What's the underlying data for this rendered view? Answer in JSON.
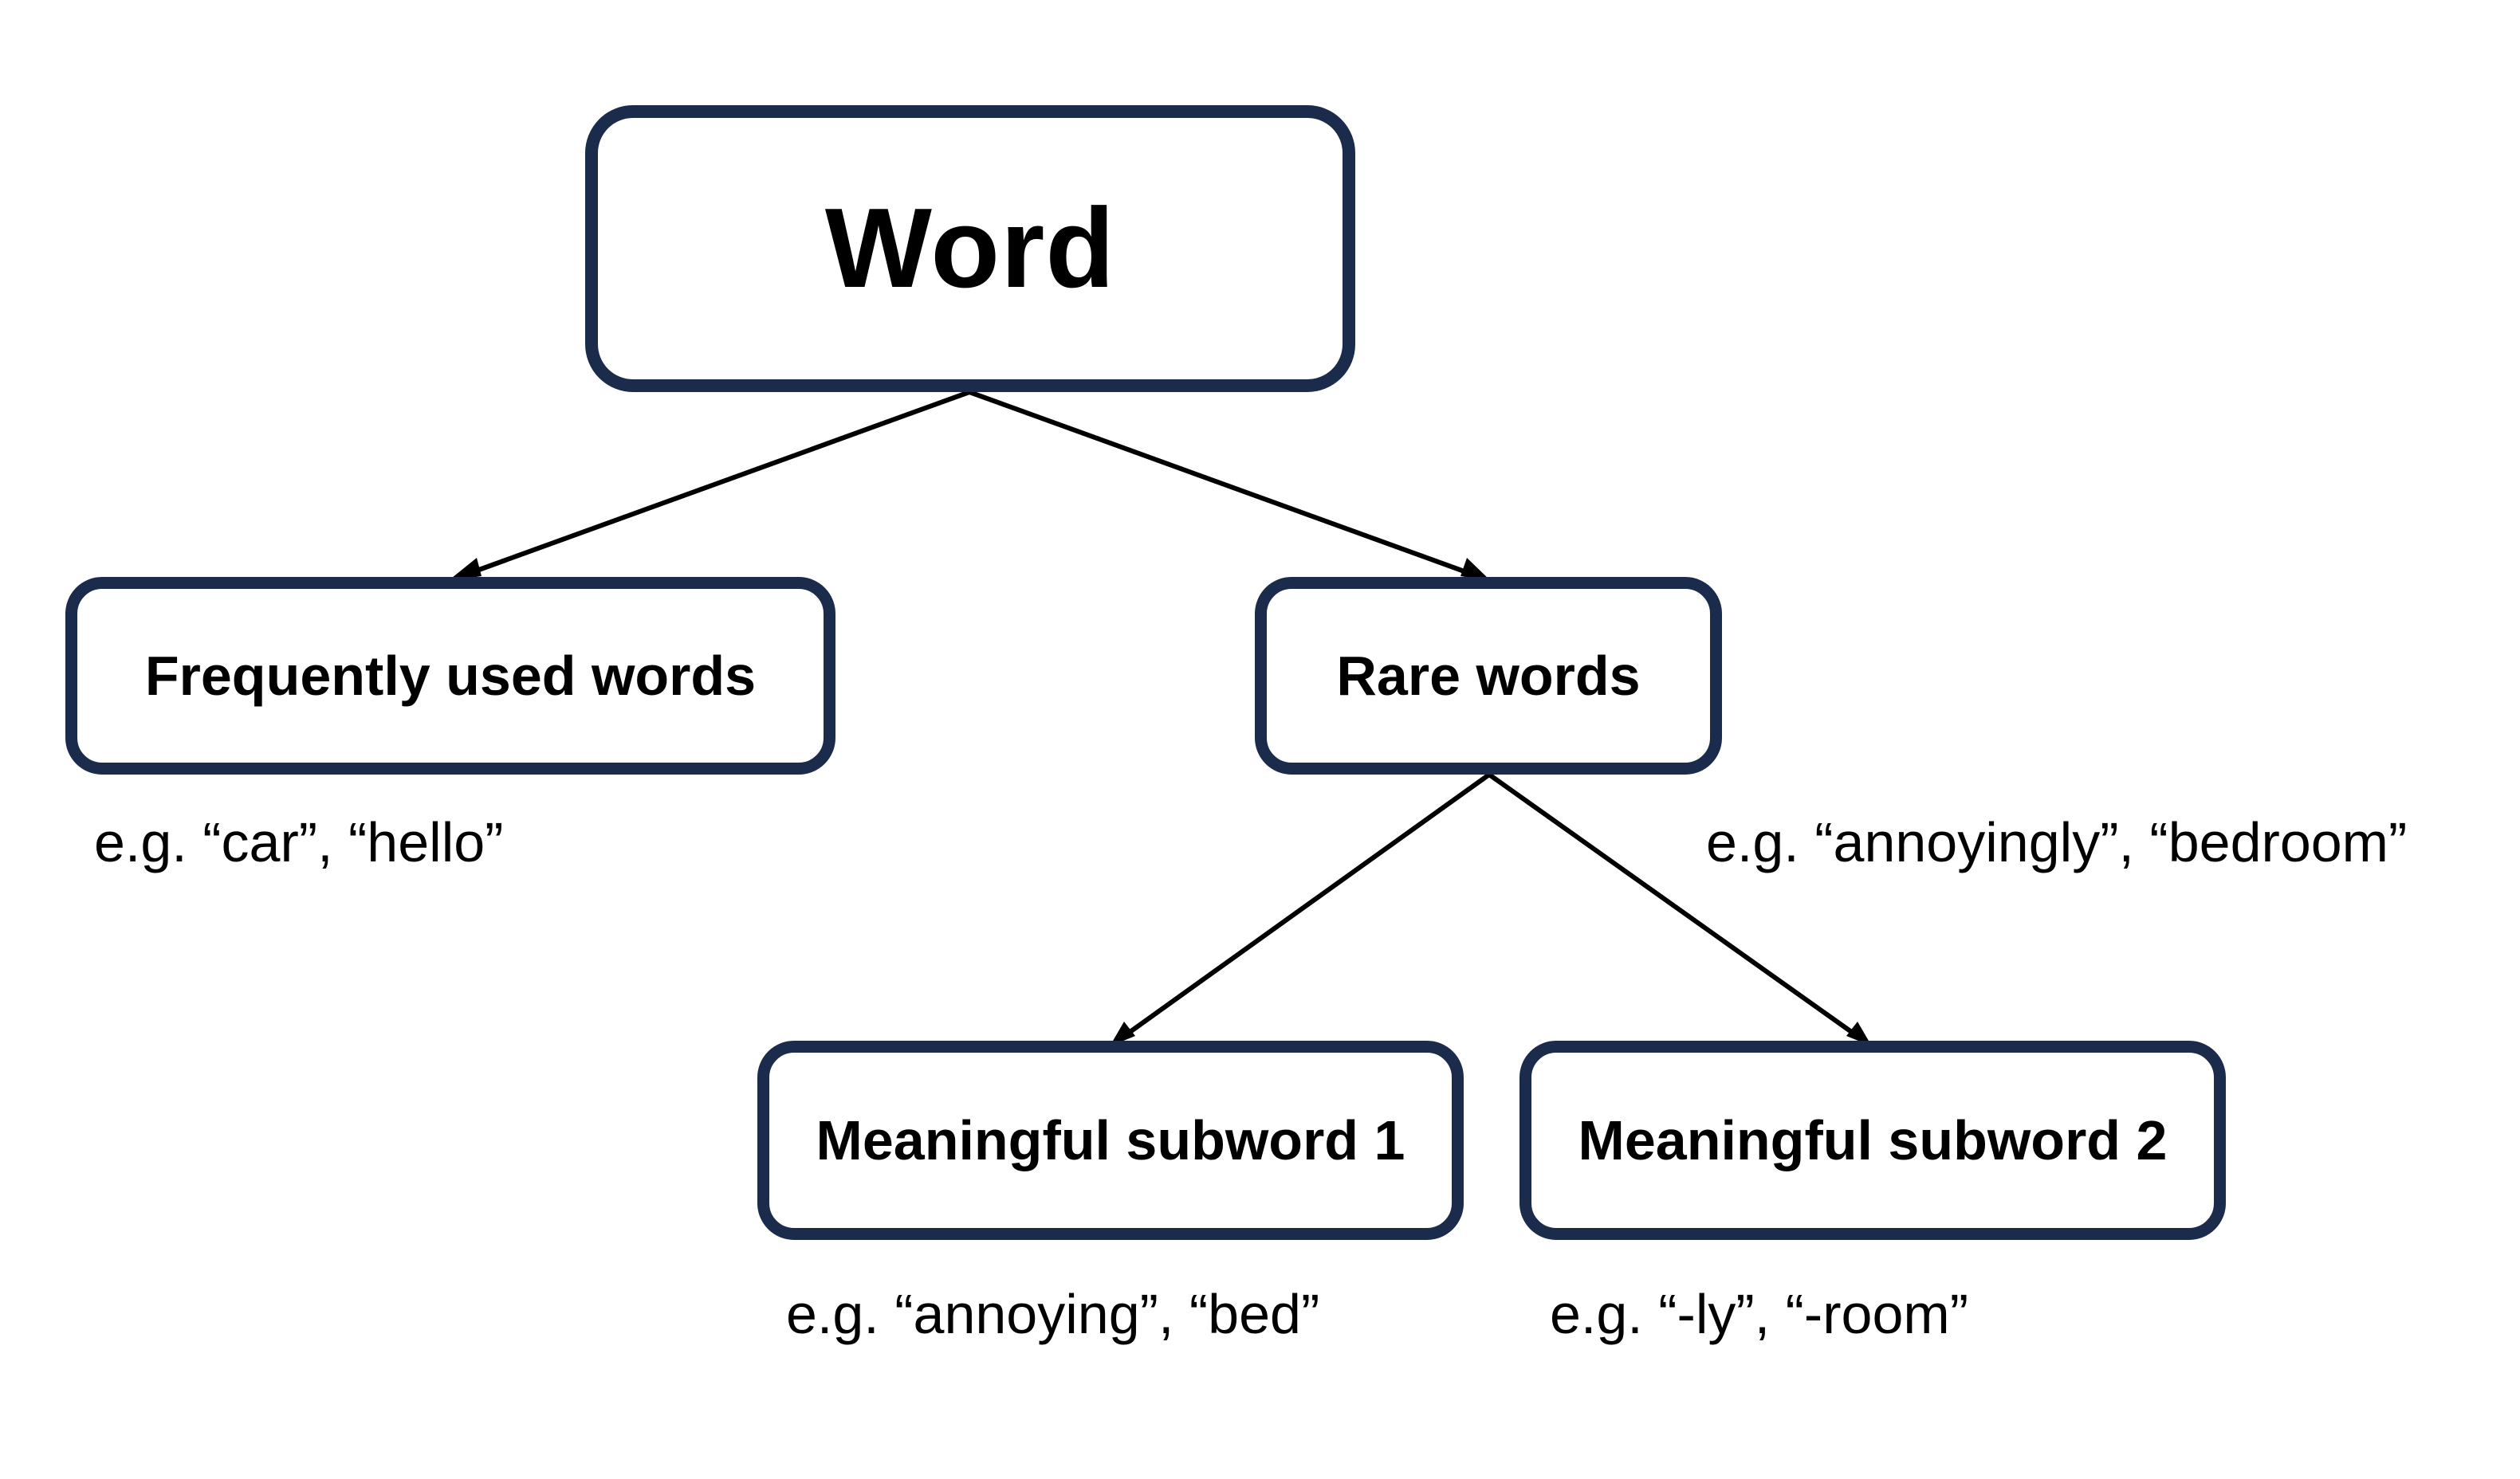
{
  "diagram": {
    "root": {
      "label": "Word"
    },
    "children": [
      {
        "id": "frequent",
        "label": "Frequently used words",
        "example": "e.g. “car”, “hello”"
      },
      {
        "id": "rare",
        "label": "Rare words",
        "example": "e.g. “annoyingly”, “bedroom”",
        "children": [
          {
            "id": "sub1",
            "label": "Meaningful subword 1",
            "example": "e.g. “annoying”, “bed”"
          },
          {
            "id": "sub2",
            "label": "Meaningful subword 2",
            "example": "e.g. “-ly”, “-room”"
          }
        ]
      }
    ],
    "colors": {
      "node_border": "#1a2b4c",
      "edge": "#000000",
      "text": "#000000",
      "background": "#ffffff"
    }
  }
}
